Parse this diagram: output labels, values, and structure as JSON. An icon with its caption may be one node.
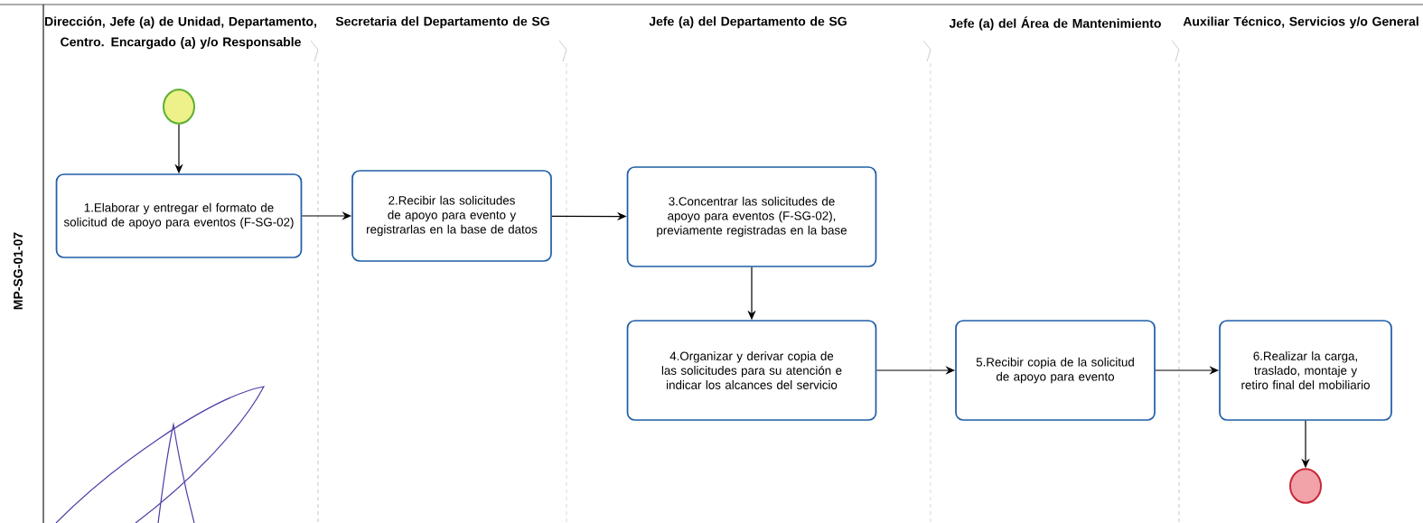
{
  "diagram": {
    "nodes": [
      {
        "text": [],
        "shape": "circle"
      },
      {
        "text": [
          "1.Elaborar y entregar el formato de solicitud de apoyo para eventos (F-SG-02)"
        ]
      },
      {
        "text": [
          "2.Recibir las solicitudes de apoyo para evento y registrarlas en la base de datos"
        ]
      },
      {
        "text": [
          "3.Concentrar las solicitudes de apoyo para eventos (F-SG-02), previamente registradas en la base"
        ]
      },
      {
        "text": [
          "4.Organizar y derivar copia de las solicitudes para su atención e indicar los alcances del servicio"
        ]
      },
      {
        "text": [
          "5.Recibir copia de la solicitud de apoyo para evento"
        ]
      },
      {
        "text": [
          "6.Realizar la carga, traslado, montaje y retiro final del mobiliario"
        ]
      },
      {
        "text": [],
        "shape": "circle"
      }
    ],
    "edges": [
      {
        "from": 0,
        "to": 1,
        "arrow": "to"
      },
      {
        "from": 1,
        "to": 2,
        "arrow": "to"
      },
      {
        "from": 2,
        "to": 3,
        "arrow": "to"
      },
      {
        "from": 3,
        "to": 4,
        "arrow": "to"
      },
      {
        "from": 4,
        "to": 5,
        "arrow": "to"
      },
      {
        "from": 5,
        "to": 6,
        "arrow": "to"
      },
      {
        "from": 6,
        "to": 7,
        "arrow": "to"
      }
    ],
    "labels": [
      "Dirección, Jefe (a) de Unidad, Departamento, Centro. Encargado (a) y/o Responsable",
      "Secretaria del Departamento de SG",
      "Jefe (a) del Departamento de SG",
      "Jefe (a) del Área de Mantenimiento",
      "Auxiliar Técnico, Servicios y/o General",
      "MP-SG-01-07"
    ]
  }
}
